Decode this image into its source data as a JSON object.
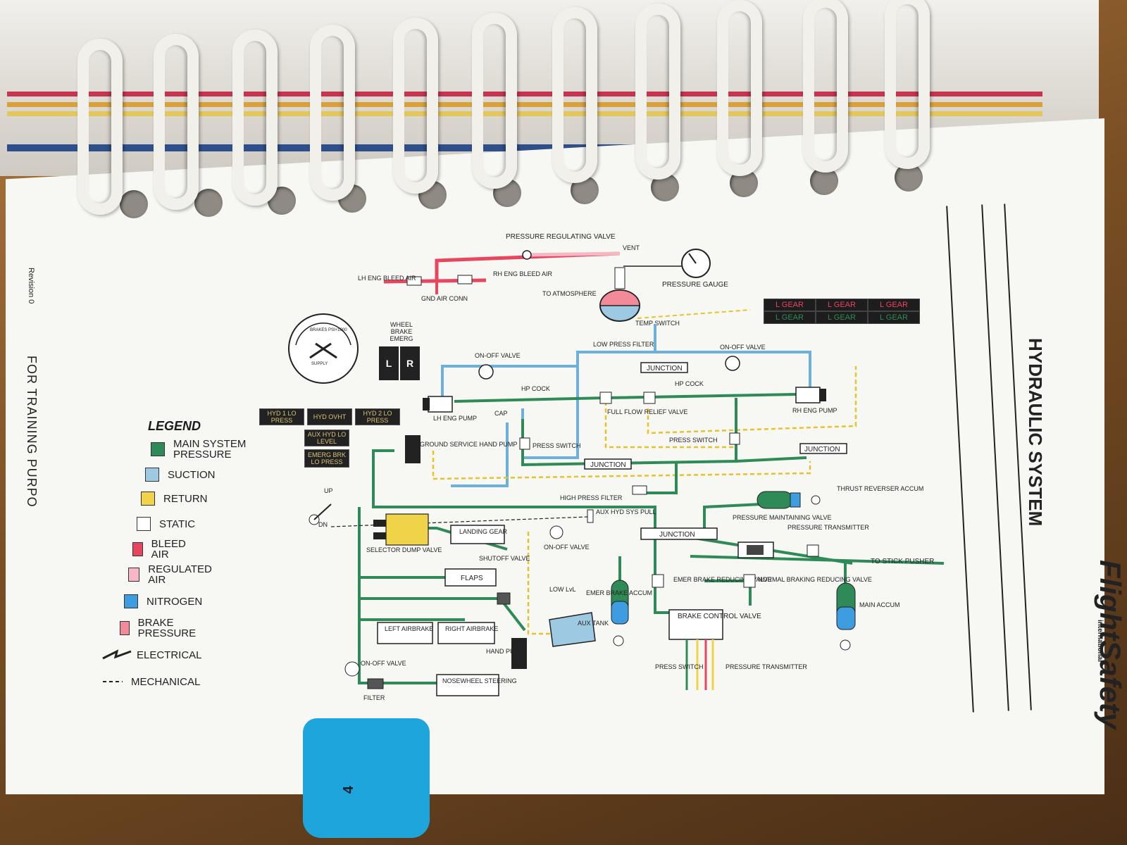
{
  "page": {
    "revision": "Revision 0",
    "training_note": "FOR TRAINING PURPO",
    "system_title": "HYDRAULIC SYSTEM",
    "brand": "FlightSafety",
    "brand_sub": "international",
    "tab_number": "4"
  },
  "legend": {
    "title": "LEGEND",
    "items": [
      {
        "label": "MAIN SYSTEM PRESSURE",
        "color": "#2e8b57",
        "kind": "swatch"
      },
      {
        "label": "SUCTION",
        "color": "#9ec9e3",
        "kind": "swatch"
      },
      {
        "label": "RETURN",
        "color": "#f1d34a",
        "kind": "swatch"
      },
      {
        "label": "STATIC",
        "color": "#ffffff",
        "kind": "swatch"
      },
      {
        "label": "BLEED AIR",
        "color": "#e8455e",
        "kind": "swatch"
      },
      {
        "label": "REGULATED AIR",
        "color": "#f5b8c4",
        "kind": "swatch"
      },
      {
        "label": "NITROGEN",
        "color": "#3e9de0",
        "kind": "swatch"
      },
      {
        "label": "BRAKE PRESSURE",
        "color": "#f28a9a",
        "kind": "swatch"
      },
      {
        "label": "ELECTRICAL",
        "color": "#222222",
        "kind": "bolt"
      },
      {
        "label": "MECHANICAL",
        "color": "#222222",
        "kind": "dash"
      }
    ]
  },
  "annunciators": [
    {
      "label": "HYD 1 LO PRESS"
    },
    {
      "label": "HYD OVHT"
    },
    {
      "label": "HYD 2 LO PRESS"
    },
    {
      "label": "AUX HYD LO LEVEL"
    },
    {
      "label": "EMERG BRK LO PRESS"
    }
  ],
  "gear_lights": {
    "top": [
      "L GEAR",
      "L GEAR",
      "L GEAR"
    ],
    "bottom": [
      "L GEAR",
      "L GEAR",
      "L GEAR"
    ],
    "top_color": "#e8455e",
    "bottom_color": "#2e8b57"
  },
  "wheel_brake": {
    "label": "WHEEL BRAKE EMERG",
    "left": "L",
    "right": "R"
  },
  "brake_gauge": {
    "title": "BRAKES PSI×1000",
    "supply": "SUPPLY"
  },
  "labels": {
    "pressure_regulating_valve": "PRESSURE REGULATING VALVE",
    "vent": "VENT",
    "lh_eng_bleed_air": "LH ENG BLEED AIR",
    "rh_eng_bleed_air": "RH ENG BLEED AIR",
    "gnd_air_conn": "GND AIR CONN",
    "to_atmosphere": "TO ATMOSPHERE",
    "pressure_gauge": "PRESSURE GAUGE",
    "temp_switch": "TEMP SWITCH",
    "low_press_filter": "LOW PRESS FILTER",
    "on_off_valve": "ON-OFF VALVE",
    "junction": "JUNCTION",
    "hp_cock": "HP COCK",
    "lh_eng_pump": "LH ENG PUMP",
    "rh_eng_pump": "RH ENG PUMP",
    "cap": "CAP",
    "full_flow_relief_valve": "FULL FLOW RELIEF VALVE",
    "press_switch": "PRESS SWITCH",
    "ground_service_hand_pump": "GROUND SERVICE HAND PUMP",
    "high_press_filter": "HIGH PRESS FILTER",
    "thrust_reverser_accum": "THRUST REVERSER ACCUM",
    "aux_hyd_sys_pull": "AUX HYD SYS PULL",
    "pressure_maintaining_valve": "PRESSURE MAINTAINING VALVE",
    "pressure_transmitter": "PRESSURE TRANSMITTER",
    "to_stick_pusher": "TO STICK PUSHER",
    "landing_gear": "LANDING GEAR",
    "selector_dump_valve": "SELECTOR DUMP VALVE",
    "shutoff_valve": "SHUTOFF VALVE",
    "flaps": "FLAPS",
    "emer_brake_reducing_valve": "EMER BRAKE REDUCING VALVE",
    "normal_braking_reducing_valve": "NORMAL BRAKING REDUCING VALVE",
    "low_lvl": "LOW LvL",
    "emer_brake_accum": "EMER BRAKE ACCUM",
    "aux_tank": "AUX TANK",
    "main_accum": "MAIN ACCUM",
    "brake_control_valve": "BRAKE CONTROL VALVE",
    "left_airbrake": "LEFT AIRBRAKE",
    "right_airbrake": "RIGHT AIRBRAKE",
    "hand_pump": "HAND PUMP",
    "filter": "FILTER",
    "nosewheel_steering": "NOSEWHEEL STEERING",
    "up": "UP",
    "dn": "DN"
  }
}
